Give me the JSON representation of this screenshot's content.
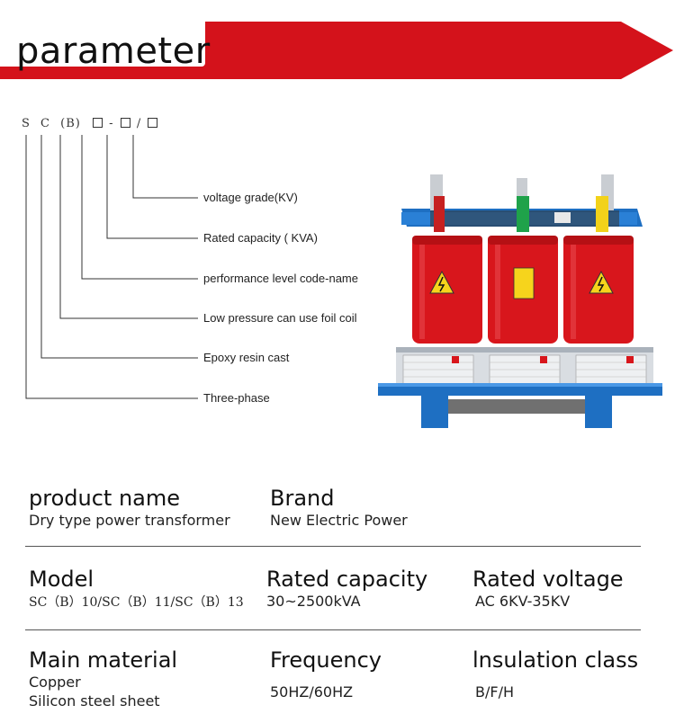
{
  "header": {
    "title": "parameter"
  },
  "code": {
    "letters": [
      "S",
      "C",
      "(B)"
    ],
    "dash": "-",
    "slash": "/"
  },
  "diagram": {
    "labels": [
      "voltage grade(KV)",
      "Rated capacity ( KVA)",
      "performance level code-name",
      "Low pressure can use foil coil",
      "Epoxy resin cast",
      "Three-phase"
    ]
  },
  "specs": {
    "product_name": {
      "label": "product name",
      "value": "Dry type power transformer"
    },
    "brand": {
      "label": "Brand",
      "value": "New Electric Power"
    },
    "model": {
      "label": "Model",
      "value": "SC（B）10/SC（B）11/SC（B）13"
    },
    "rated_capacity": {
      "label": "Rated capacity",
      "value": "30~2500kVA"
    },
    "rated_voltage": {
      "label": "Rated voltage",
      "value": "AC 6KV-35KV"
    },
    "main_material": {
      "label": "Main material",
      "value_line1": "Copper",
      "value_line2": "Silicon steel sheet"
    },
    "frequency": {
      "label": "Frequency",
      "value": "50HZ/60HZ"
    },
    "insulation_class": {
      "label": "lnsulation class",
      "value": "B/F/H"
    }
  },
  "colors": {
    "banner_red": "#d4121b",
    "coil_red": "#d8161c",
    "frame_blue": "#1e6fc2",
    "warning_yellow": "#f6d41c"
  }
}
